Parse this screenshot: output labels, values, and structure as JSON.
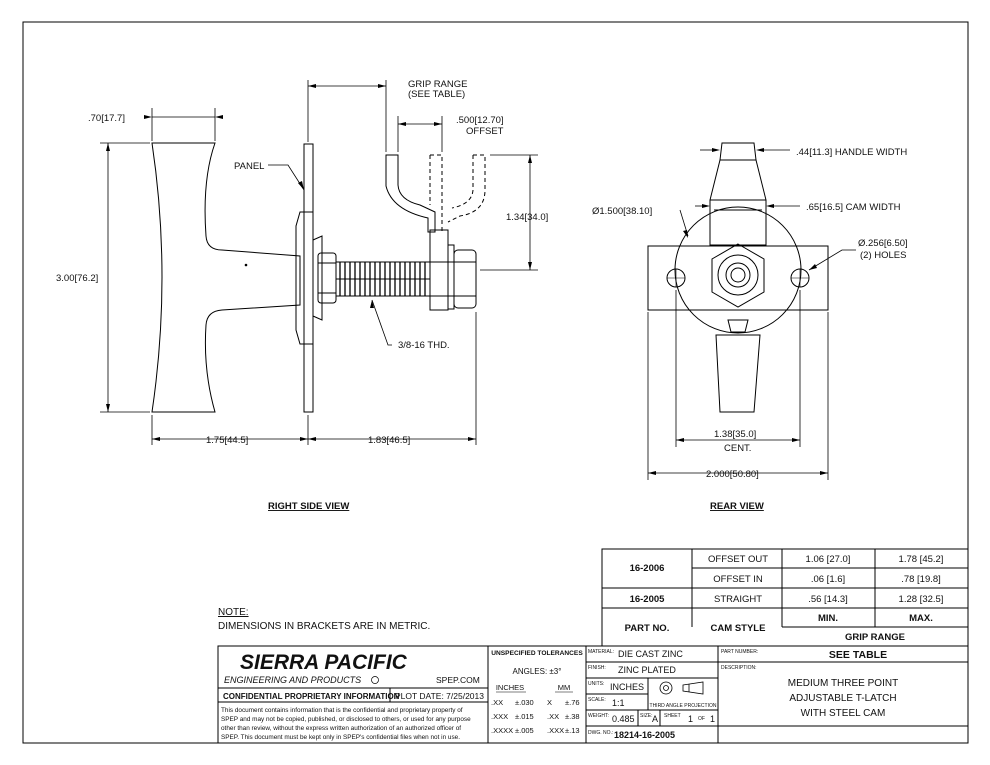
{
  "views": {
    "right_side_title": "RIGHT SIDE VIEW",
    "rear_title": "REAR VIEW"
  },
  "side": {
    "grip_range_1": "GRIP RANGE",
    "grip_range_2": "(SEE TABLE)",
    "offset_dim": ".500[12.70]",
    "offset_label": "OFFSET",
    "top_width": ".70[17.7]",
    "panel": "PANEL",
    "height_overall": "3.00[76.2]",
    "cam_height": "1.34[34.0]",
    "thread": "3/8-16 THD.",
    "handle_depth": "1.75[44.5]",
    "stud_length": "1.83[46.5]"
  },
  "rear": {
    "handle_width": ".44[11.3] HANDLE WIDTH",
    "diameter": "Ø1.500[38.10]",
    "cam_width": ".65[16.5] CAM WIDTH",
    "holes_dia": "Ø.256[6.50]",
    "holes_qty": "(2) HOLES",
    "hole_centers": "1.38[35.0]",
    "hole_centers_label": "CENT.",
    "overall_width": "2.000[50.80]"
  },
  "grip_table": {
    "rows": [
      {
        "part": "16-2006",
        "style": "OFFSET OUT",
        "min": "1.06 [27.0]",
        "max": "1.78 [45.2]"
      },
      {
        "part": "",
        "style": "OFFSET IN",
        "min": ".06 [1.6]",
        "max": ".78 [19.8]"
      },
      {
        "part": "16-2005",
        "style": "STRAIGHT",
        "min": ".56 [14.3]",
        "max": "1.28 [32.5]"
      }
    ],
    "hdr_part": "PART NO.",
    "hdr_style": "CAM STYLE",
    "hdr_min": "MIN.",
    "hdr_max": "MAX.",
    "hdr_grip": "GRIP RANGE"
  },
  "note": {
    "title": "NOTE:",
    "text": "DIMENSIONS IN BRACKETS ARE IN METRIC."
  },
  "title_block": {
    "company": "SIERRA PACIFIC",
    "subtitle": "ENGINEERING AND PRODUCTS",
    "website": "SPEP.COM",
    "confidential": "CONFIDENTIAL PROPRIETARY INFORMATION",
    "plot_date": "PLOT DATE: 7/25/2013",
    "disclaimer": [
      "This document contains information that is the confidential and proprietary property of",
      "SPEP and may not be copied, published, or disclosed to others, or used for any purpose",
      "other than review, without the express written authorization of an authorized officer of",
      "SPEP. This document must be kept only in SPEP's confidential files when not in use."
    ],
    "tolerances_title": "UNSPECIFIED TOLERANCES",
    "angles": "ANGLES: ±3°",
    "inches_hdr": "INCHES",
    "mm_hdr": "MM",
    "tol_rows": [
      [
        ".XX",
        "±.030",
        "X",
        "±.76"
      ],
      [
        ".XXX",
        "±.015",
        ".XX",
        "±.38"
      ],
      [
        ".XXXX",
        "±.005",
        ".XXX",
        "±.13"
      ]
    ],
    "material_lbl": "MATERIAL:",
    "material": "DIE CAST ZINC",
    "finish_lbl": "FINISH:",
    "finish": "ZINC PLATED",
    "units_lbl": "UNITS:",
    "units": "INCHES",
    "scale_lbl": "SCALE:",
    "scale": "1:1",
    "projection": "THIRD ANGLE PROJECTION",
    "weight_lbl": "WEIGHT:",
    "weight": "0.485",
    "size_lbl": "SIZE:",
    "size": "A",
    "sheet_lbl": "SHEET",
    "sheet": "1",
    "of_lbl": "OF",
    "of": "1",
    "dwg_lbl": "DWG. NO.:",
    "dwg": "18214-16-2005",
    "partnum_lbl": "PART NUMBER:",
    "partnum": "SEE TABLE",
    "desc_lbl": "DESCRIPTION:",
    "desc": [
      "MEDIUM THREE POINT",
      "ADJUSTABLE T-LATCH",
      "WITH STEEL CAM"
    ]
  }
}
